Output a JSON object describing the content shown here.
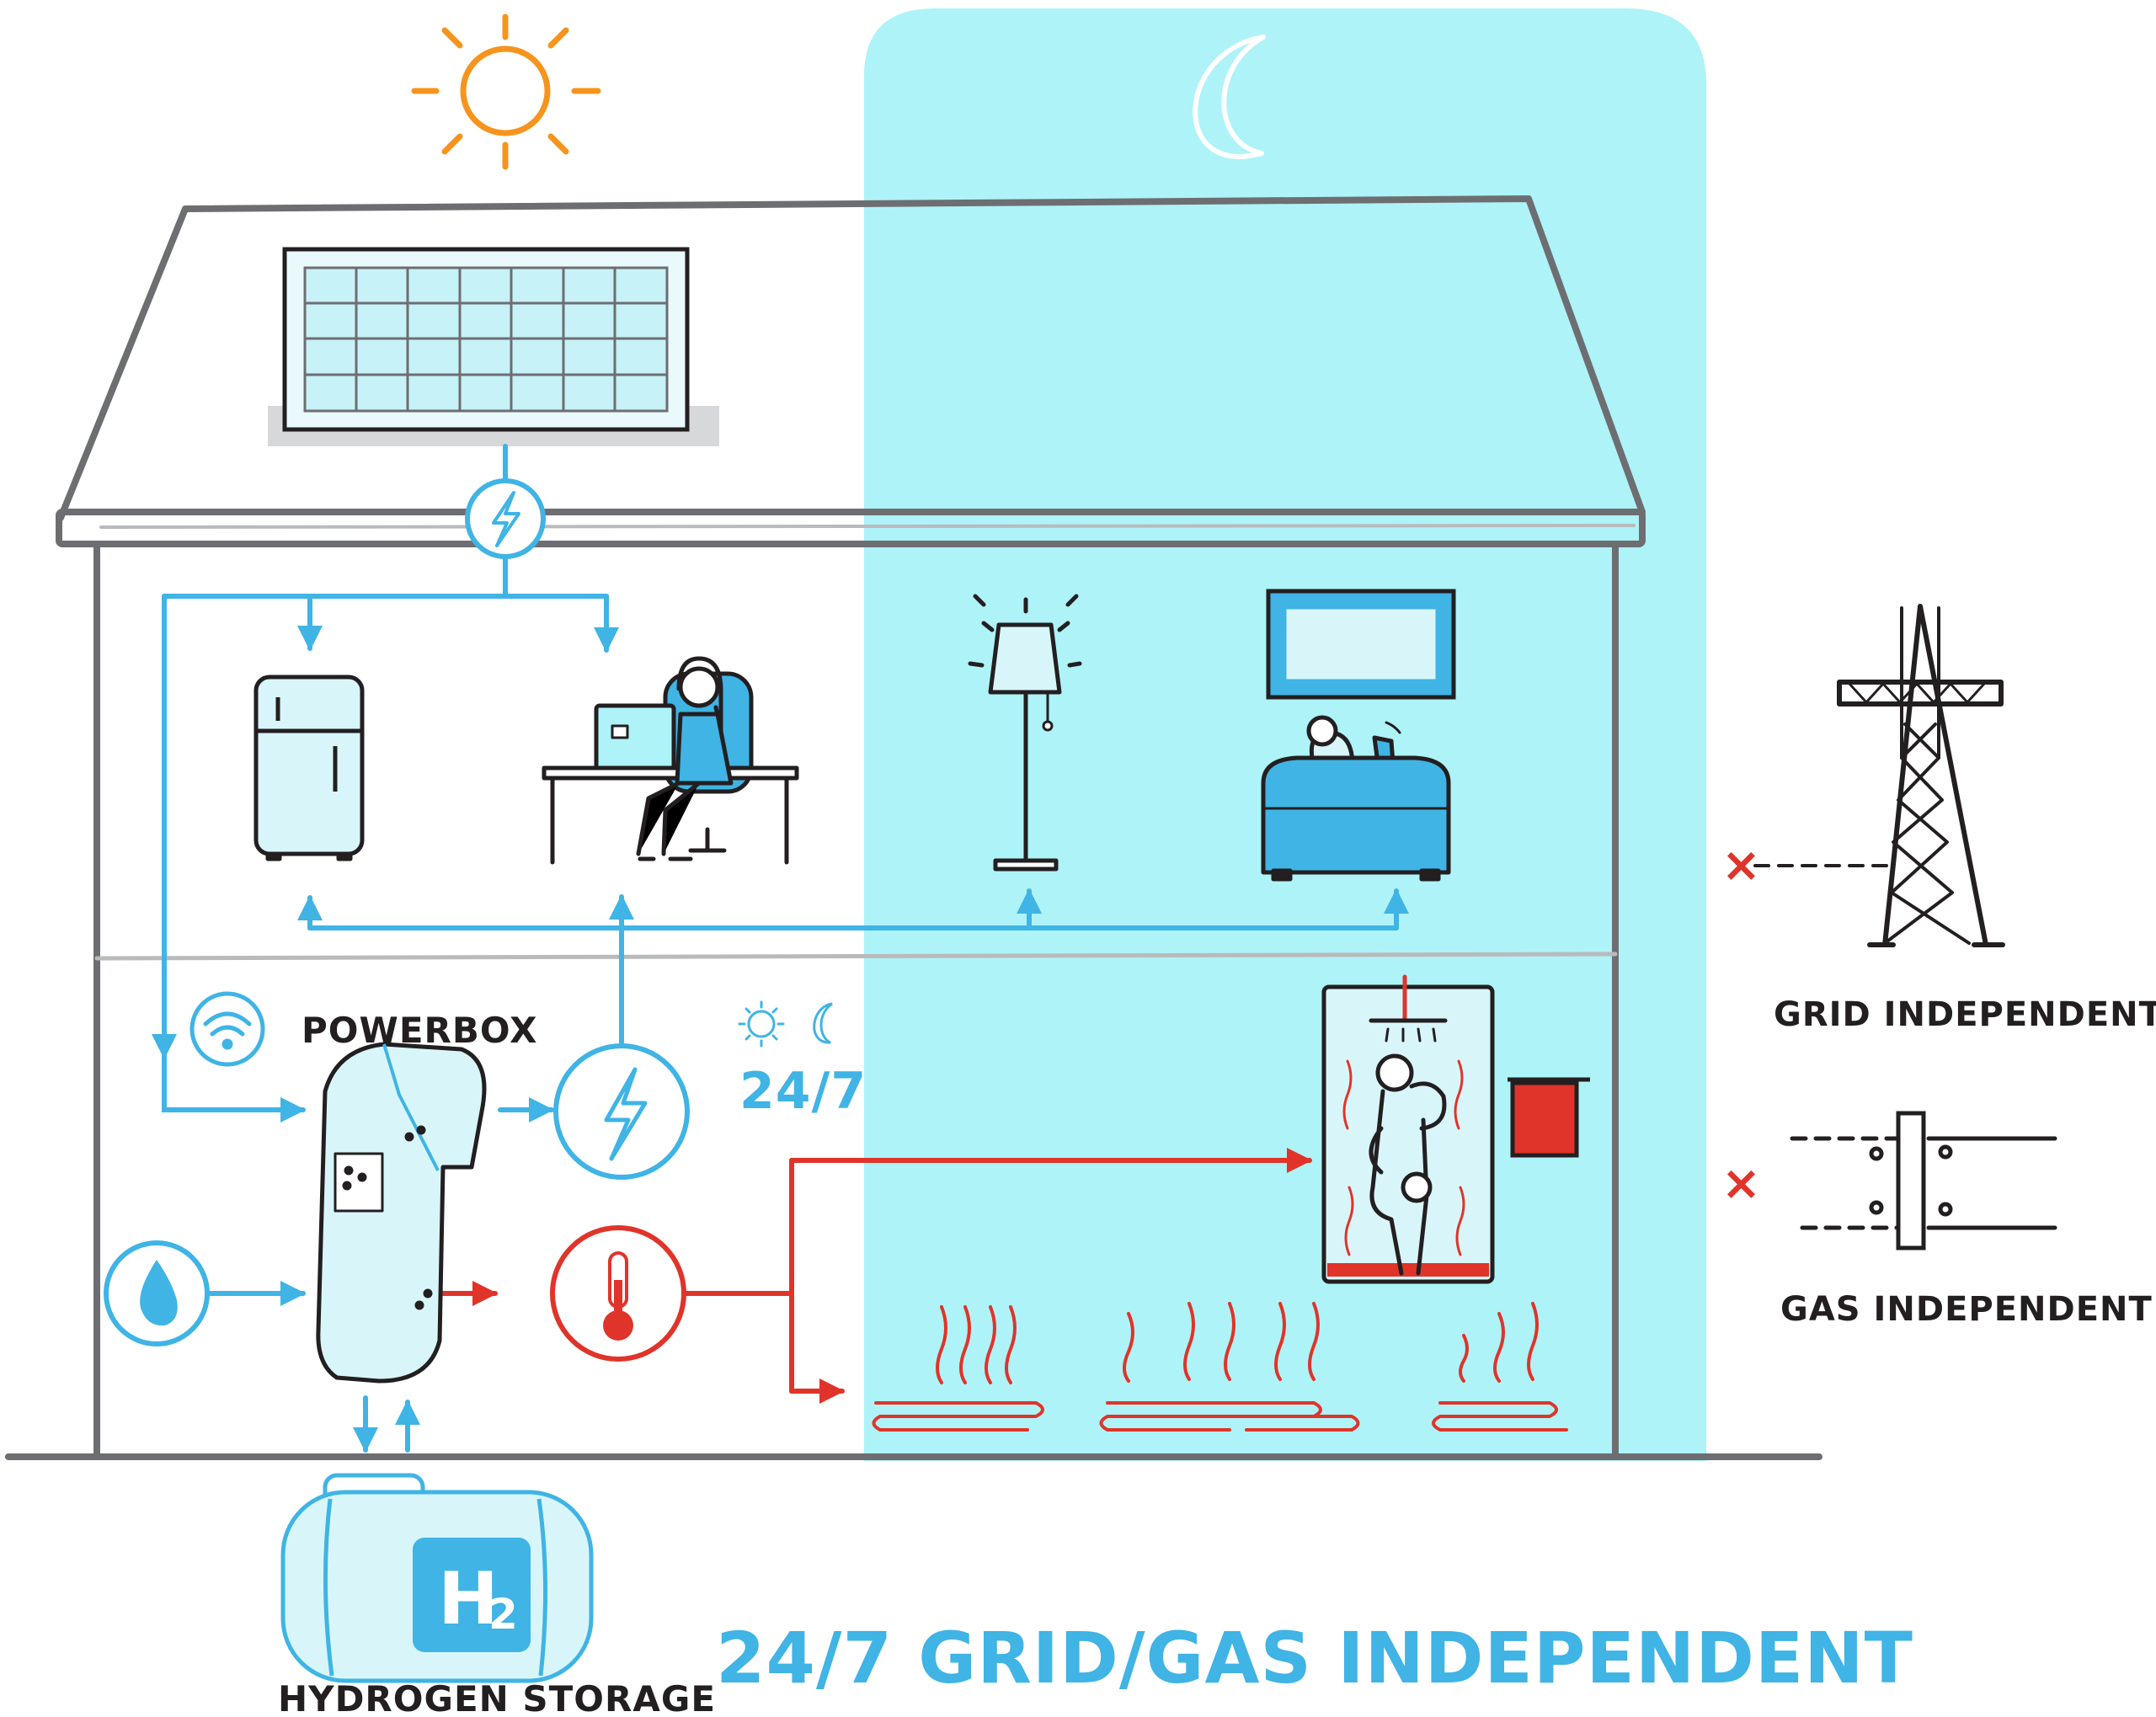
{
  "labels": {
    "powerbox": "POWERBOX",
    "hydrogen_storage": "HYDROGEN STORAGE",
    "h2_symbol": "H",
    "h2_subscript": "2",
    "always_on": "24/7",
    "grid_independent": "GRID INDEPENDENT",
    "gas_independent": "GAS INDEPENDENT",
    "headline": "24/7 GRID/GAS INDEPENDENT",
    "disconnect_mark": "×"
  },
  "colors": {
    "outline": "#6d6e71",
    "electric_blue": "#3fb4e5",
    "night_cyan": "#aef3f8",
    "heat_red": "#e0342a",
    "sun_orange": "#f7941d",
    "ink": "#231f20"
  },
  "icons": [
    "sun-icon",
    "moon-icon",
    "solar-panel-icon",
    "lightning-icon",
    "wifi-icon",
    "water-drop-icon",
    "thermometer-icon",
    "fridge-icon",
    "desk-worker-icon",
    "floor-lamp-icon",
    "television-icon",
    "sofa-icon",
    "shower-icon",
    "towel-icon",
    "floor-heating-icon",
    "power-pylon-icon",
    "gas-pipe-icon",
    "hydrogen-tank-icon"
  ]
}
